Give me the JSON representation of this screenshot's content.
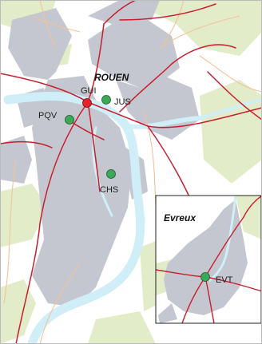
{
  "main_map": {
    "city_label": "ROUEN",
    "stations": [
      {
        "code": "GUI",
        "status": "red"
      },
      {
        "code": "JUS",
        "status": "green"
      },
      {
        "code": "PQV",
        "status": "green"
      },
      {
        "code": "CHS",
        "status": "green"
      }
    ]
  },
  "inset_map": {
    "city_label": "Evreux",
    "stations": [
      {
        "code": "EVT",
        "status": "green"
      }
    ]
  },
  "colors": {
    "background": "#ffffff",
    "forest": "#e3ecc8",
    "urban": "#c4c7cf",
    "river": "#cfeef8",
    "road_major": "#c81e2e",
    "road_minor": "#f2c29a",
    "station_green": "#3ea85a",
    "station_red": "#e8202a",
    "frame": "#222222"
  }
}
